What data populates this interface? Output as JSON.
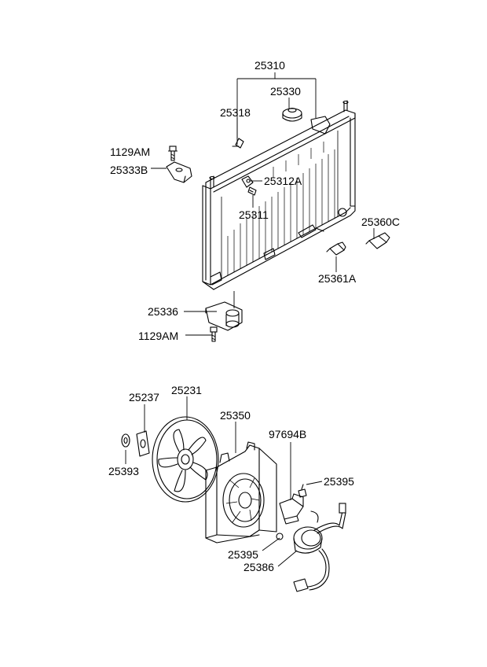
{
  "labels": {
    "p25310": "25310",
    "p25330": "25330",
    "p25318": "25318",
    "p1129am_top": "1129AM",
    "p25333b": "25333B",
    "p25312a": "25312A",
    "p25311": "25311",
    "p25360c": "25360C",
    "p25361a": "25361A",
    "p25336": "25336",
    "p1129am_bottom": "1129AM",
    "p25237": "25237",
    "p25231": "25231",
    "p25350": "25350",
    "p97694b": "97694B",
    "p25393": "25393",
    "p25395_top": "25395",
    "p25395_bottom": "25395",
    "p25386": "25386"
  }
}
